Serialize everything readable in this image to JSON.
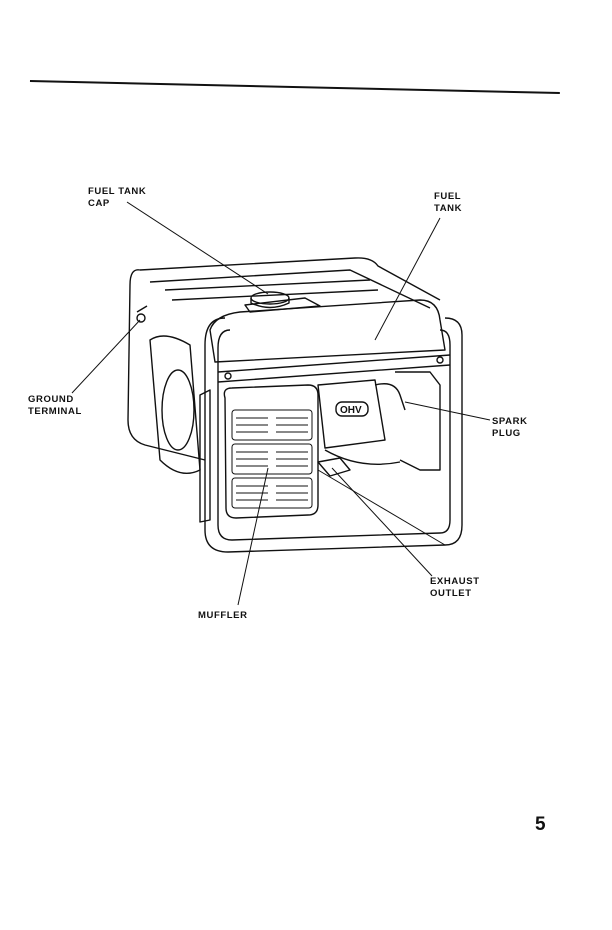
{
  "labels": {
    "fuel_tank_cap": [
      "FUEL TANK",
      "CAP"
    ],
    "fuel_tank": [
      "FUEL",
      "TANK"
    ],
    "ground_terminal": [
      "GROUND",
      "TERMINAL"
    ],
    "spark_plug": [
      "SPARK",
      "PLUG"
    ],
    "exhaust_outlet": [
      "EXHAUST",
      "OUTLET"
    ],
    "muffler": "MUFFLER"
  },
  "engine_badge": "OHV",
  "page_number": "5"
}
